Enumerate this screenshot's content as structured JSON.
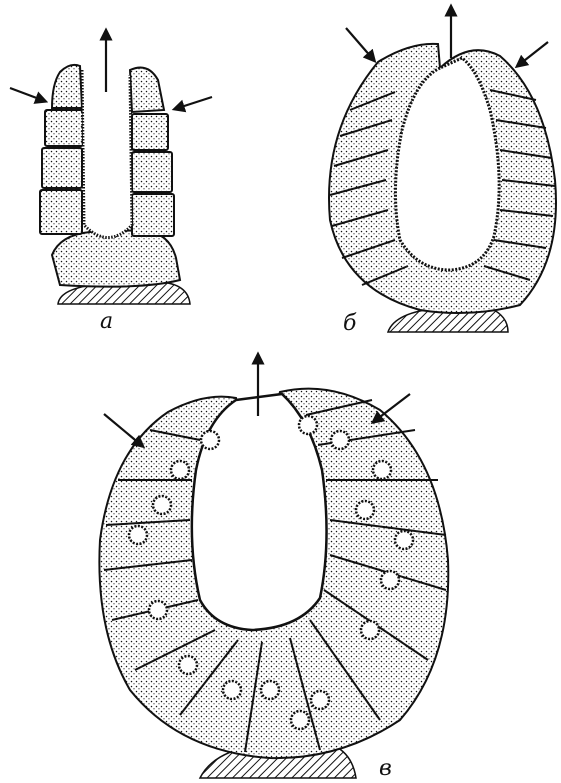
{
  "figure": {
    "panels": [
      {
        "id": "a",
        "label": "а"
      },
      {
        "id": "b",
        "label": "б"
      },
      {
        "id": "c",
        "label": "в"
      }
    ]
  },
  "colors": {
    "ink": "#111111",
    "paper": "#ffffff"
  }
}
